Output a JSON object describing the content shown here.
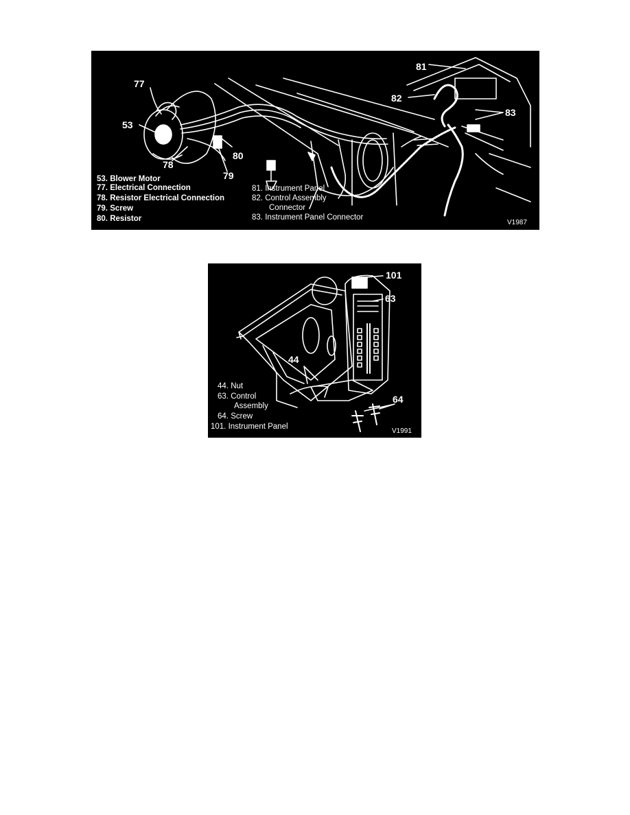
{
  "figure1": {
    "id": "V1987",
    "callouts": {
      "c77": "77",
      "c53": "53",
      "c78": "78",
      "c79": "79",
      "c80": "80",
      "c81": "81",
      "c82": "82",
      "c83": "83"
    },
    "legend_left": [
      {
        "num": "53.",
        "text": "Blower Motor"
      },
      {
        "num": "77.",
        "text": "Electrical Connection"
      },
      {
        "num": "78.",
        "text": "Resistor Electrical Connection"
      },
      {
        "num": "79.",
        "text": "Screw"
      },
      {
        "num": "80.",
        "text": "Resistor"
      }
    ],
    "legend_right": [
      {
        "num": "81.",
        "text": "Instrument Panel"
      },
      {
        "num": "82.",
        "text": "Control Assembly"
      },
      {
        "num": "",
        "text": "Connector"
      },
      {
        "num": "83.",
        "text": "Instrument Panel Connector"
      }
    ]
  },
  "figure2": {
    "id": "V1991",
    "callouts": {
      "c101": "101",
      "c63": "63",
      "c44": "44",
      "c64": "64"
    },
    "legend": [
      {
        "num": "44.",
        "text": "Nut"
      },
      {
        "num": "63.",
        "text": "Control"
      },
      {
        "num": "",
        "text": "Assembly"
      },
      {
        "num": "64.",
        "text": "Screw"
      },
      {
        "num": "101.",
        "text": "Instrument Panel"
      }
    ]
  }
}
